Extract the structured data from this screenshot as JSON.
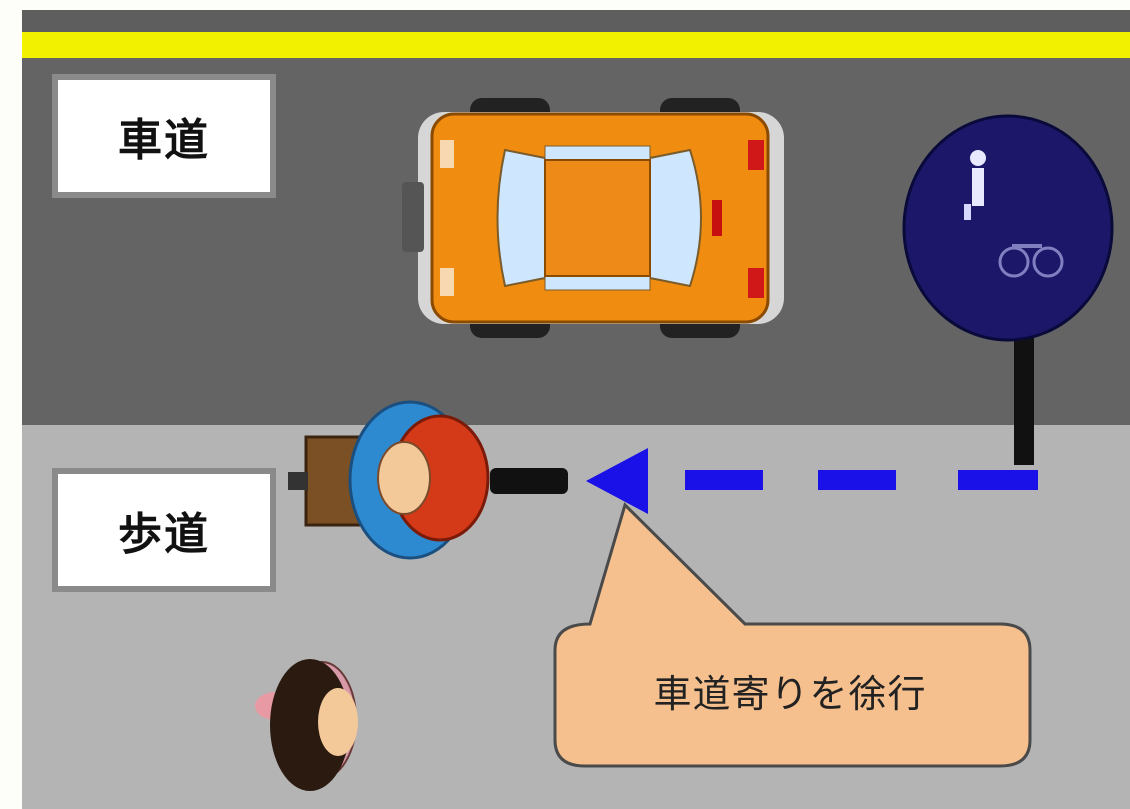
{
  "labels": {
    "roadway": "車道",
    "sidewalk": "歩道",
    "callout": "車道寄りを徐行"
  },
  "icons": {
    "car": "car-top-view",
    "sign": "bicycle-pedestrian-sign",
    "cyclist": "cyclist-top-view",
    "pedestrian": "pedestrian-top-view",
    "arrow": "dashed-arrow-left"
  },
  "colors": {
    "roadway": "#646464",
    "sidewalk": "#b4b4b4",
    "center_line": "#f2f200",
    "arrow": "#1a10e8",
    "sign": "#1c1769",
    "callout_fill": "#f5c08e",
    "car_body": "#f08c10"
  }
}
